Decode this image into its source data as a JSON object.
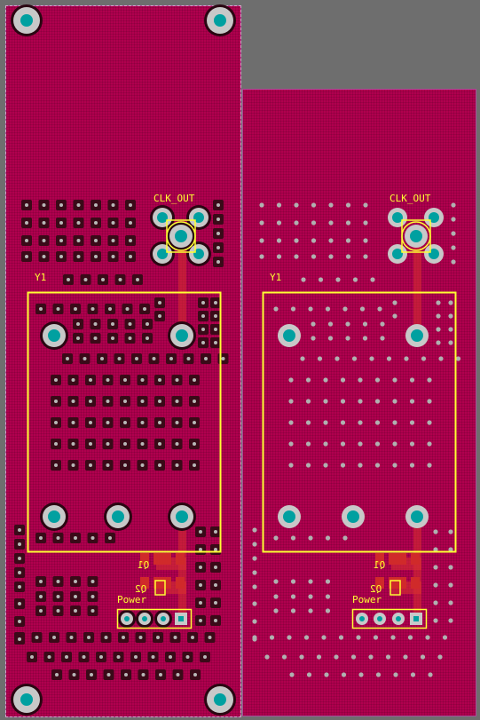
{
  "colors": {
    "background": "#6e6e6e",
    "board": "#b0004e",
    "silkscreen": "#ffff33",
    "pad": "#c8c8c8",
    "hole": "#00a0a0",
    "trace": "#d83030"
  },
  "left_view": {
    "labels": {
      "clk_out": "CLK_OUT",
      "y1": "Y1",
      "q1": "Q1",
      "q2": "Q2",
      "power": "Power"
    },
    "icons": [
      "mounting-hole-icon",
      "sma-connector-icon",
      "crystal-oscillator-icon",
      "pin-header-icon"
    ]
  },
  "right_view": {
    "labels": {
      "clk_out": "CLK_OUT",
      "y1": "Y1",
      "q1": "Q1",
      "q2": "Q2",
      "power": "Power"
    }
  }
}
